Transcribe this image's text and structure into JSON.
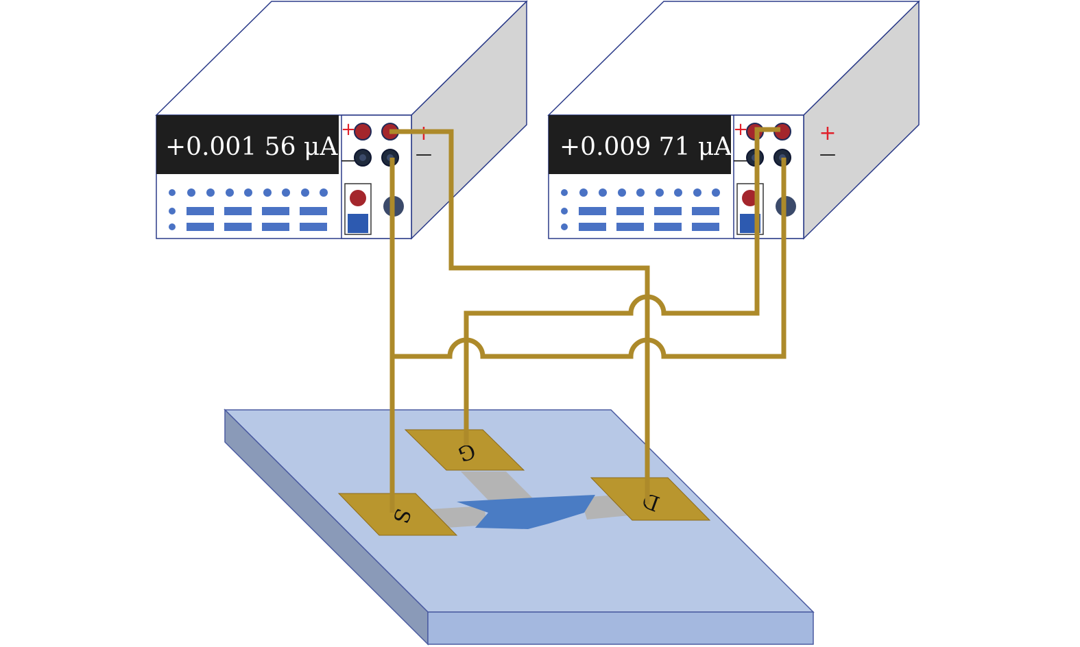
{
  "meters": [
    {
      "reading": "+0.001 56 μA"
    },
    {
      "reading": "+0.009 71 μA"
    }
  ],
  "terminal_signs": {
    "plus": "+",
    "minus": "—"
  },
  "pads": {
    "source": "S",
    "gate": "G",
    "drain": "D"
  },
  "colors": {
    "wire": "#ad8a2a",
    "pad": "#b9962e",
    "substrate_top": "#b7c8e6",
    "substrate_side": "#8a9ab8",
    "substrate_front": "#a4b8df",
    "outline": "#4a5aa0",
    "display_bg": "#1e1e1e",
    "display_text": "#ffffff",
    "button": "#4a72c4",
    "terminal_red": "#a4262c",
    "terminal_black": "#1f2a3c",
    "sign_red": "#e0202a",
    "flake": "#4a7cc4",
    "channel": "#b4b4b4"
  }
}
